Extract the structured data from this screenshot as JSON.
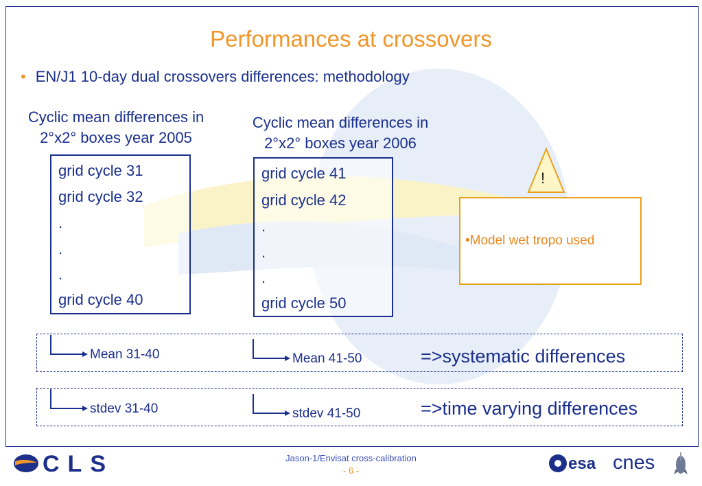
{
  "slide": {
    "title": "Performances at crossovers",
    "bullet": "EN/J1 10-day dual crossovers differences: methodology",
    "left": {
      "caption_line1": "Cyclic mean differences in",
      "caption_line2": "2°x2° boxes year 2005",
      "lines": [
        "grid cycle 31",
        "grid cycle 32",
        ".",
        ".",
        ".",
        "grid cycle 40"
      ]
    },
    "right": {
      "caption_line1": "Cyclic mean differences in",
      "caption_line2": "2°x2° boxes year 2006",
      "lines": [
        "grid cycle 41",
        "grid cycle 42",
        ".",
        ".",
        ".",
        "grid cycle 50"
      ]
    },
    "warning_symbol": "!",
    "note": "•Model wet tropo used",
    "results": {
      "mean_left": "Mean 31-40",
      "mean_right": "Mean 41-50",
      "mean_conclusion": "=>systematic differences",
      "stdev_left": "stdev 31-40",
      "stdev_right": "stdev 41-50",
      "stdev_conclusion": "=>time varying differences"
    }
  },
  "footer": {
    "title": "Jason-1/Envisat cross-calibration",
    "page": "- 6 -",
    "logo_left": "CLS",
    "logo_esa": "esa",
    "logo_cnes": "cnes"
  },
  "colors": {
    "accent_orange": "#f0962a",
    "navy": "#1a2f8c",
    "note_border": "#e6a21b"
  }
}
